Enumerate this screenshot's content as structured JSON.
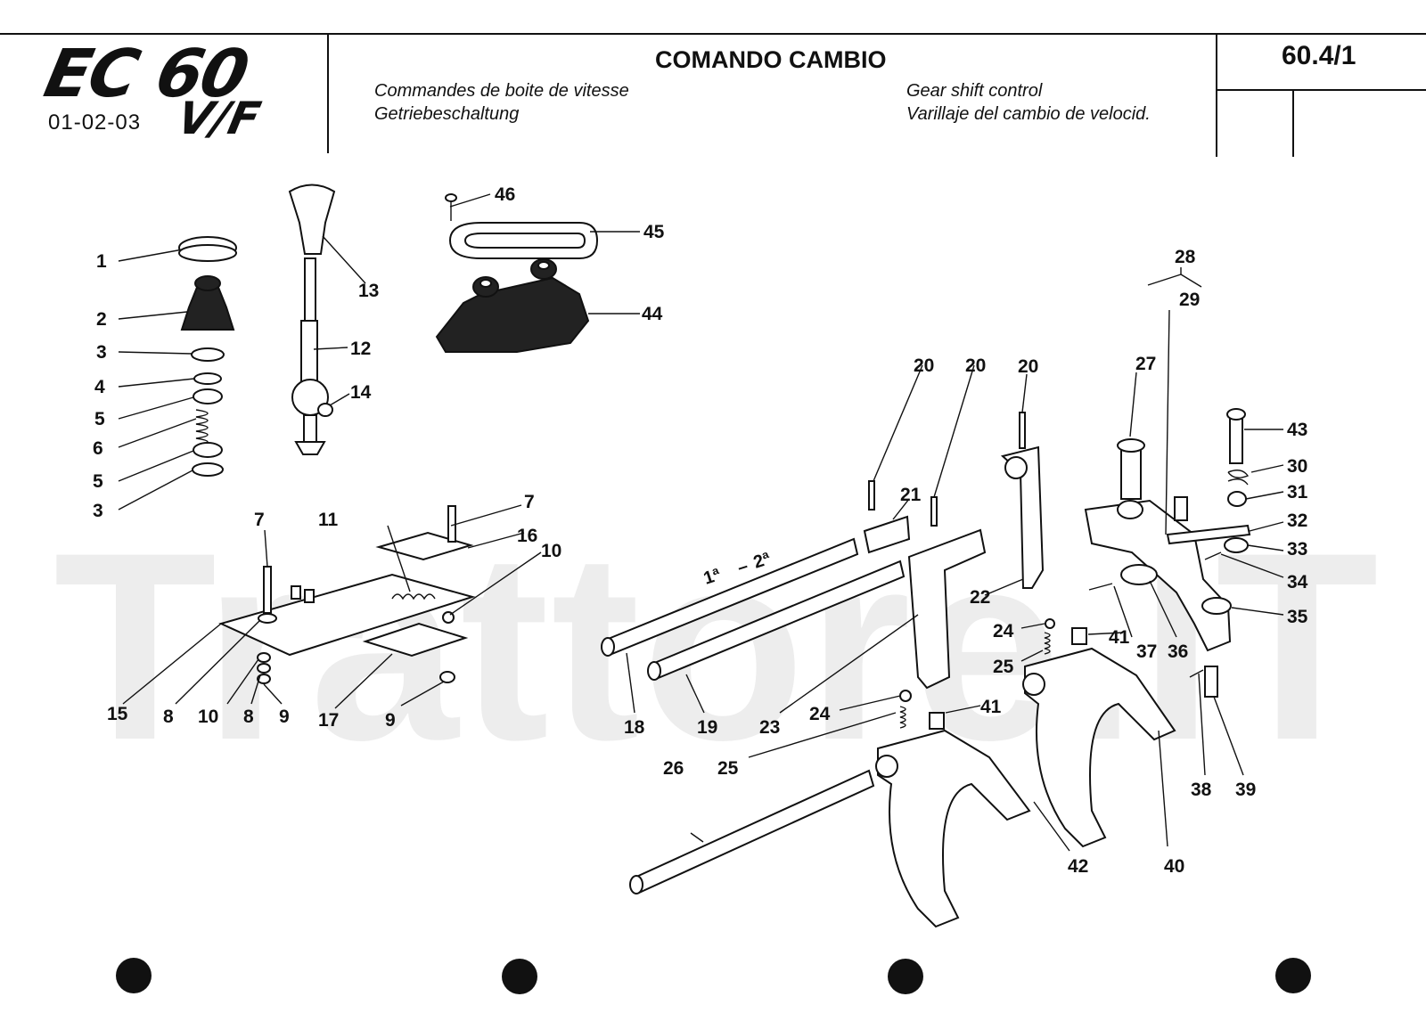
{
  "header": {
    "model": "EC 60",
    "variant": "V/F",
    "series": "01-02-03",
    "title": "COMANDO CAMBIO",
    "subtitles": {
      "fr": "Commandes de boite de vitesse",
      "de": "Getriebeschaltung",
      "en": "Gear shift control",
      "es": "Varillaje del cambio de velocid."
    },
    "page_number": "60.4/1"
  },
  "watermark": "Trattore.IT",
  "gear_label": {
    "first": "1ª",
    "sep": "–",
    "second": "2ª"
  },
  "callouts": [
    "1",
    "2",
    "3",
    "4",
    "5",
    "6",
    "5",
    "3",
    "7",
    "8",
    "9",
    "10",
    "11",
    "12",
    "13",
    "14",
    "15",
    "16",
    "17",
    "18",
    "19",
    "20",
    "21",
    "22",
    "23",
    "24",
    "25",
    "26",
    "27",
    "28",
    "29",
    "30",
    "31",
    "32",
    "33",
    "34",
    "35",
    "36",
    "37",
    "38",
    "39",
    "40",
    "41",
    "42",
    "43",
    "44",
    "45",
    "46"
  ],
  "colors": {
    "ink": "#111111",
    "paper": "#ffffff",
    "watermark": "#ededed"
  }
}
